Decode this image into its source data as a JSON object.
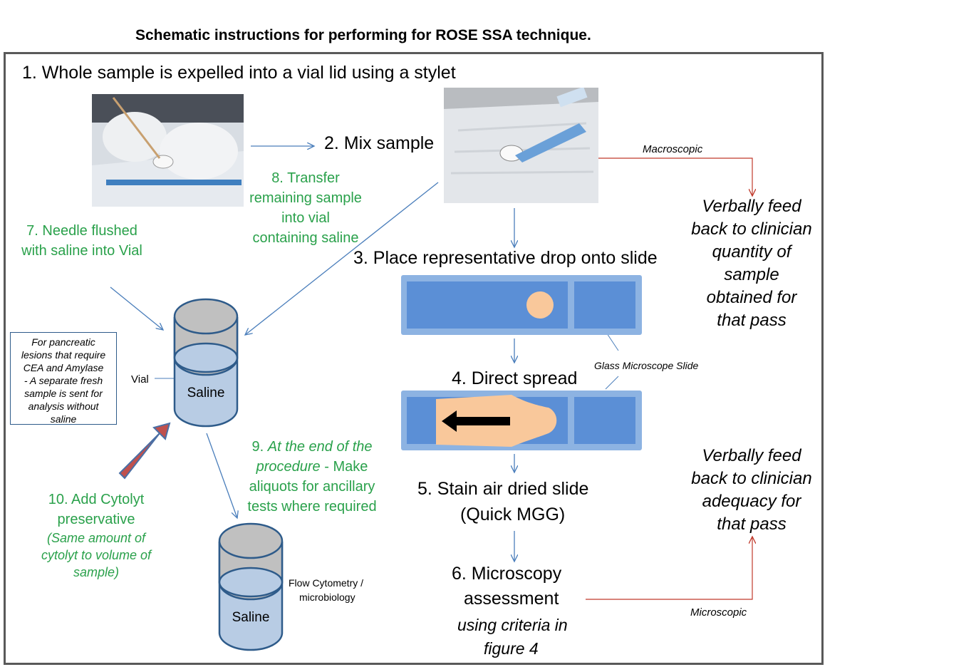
{
  "title": "Schematic instructions for performing for ROSE SSA technique.",
  "steps": {
    "s1": "1. Whole sample is expelled into a vial lid using a stylet",
    "s2": "2. Mix sample",
    "s3": "3. Place representative  drop onto slide",
    "s4": "4. Direct spread",
    "s5a": "5. Stain air dried  slide",
    "s5b": "(Quick MGG)",
    "s6a": "6. Microscopy",
    "s6b": "assessment",
    "s6c": "using criteria in",
    "s6d": "figure 4"
  },
  "green": {
    "s7a": "7. Needle  flushed",
    "s7b": "with saline  into Vial",
    "s8a": "8. Transfer",
    "s8b": "remaining sample",
    "s8c": "into vial",
    "s8d": "containing saline",
    "s9a_num": "9. ",
    "s9a_it": "At the end of the",
    "s9b_it": "procedure",
    "s9b_rest": " - Make",
    "s9c": "aliquots for ancillary",
    "s9d": "tests where required",
    "s10a": "10. Add Cytolyt",
    "s10b": "preservative",
    "s10c": "(Same amount of",
    "s10d": "cytolyt to volume of",
    "s10e": "sample)"
  },
  "feedback": {
    "top": [
      "Verbally feed",
      "back to clinician",
      "quantity of",
      "sample",
      "obtained for",
      "that pass"
    ],
    "bottom": [
      "Verbally feed",
      "back to clinician",
      "adequacy for",
      "that pass"
    ]
  },
  "labels": {
    "macroscopic": "Macroscopic",
    "microscopic": "Microscopic",
    "glass_slide": "Glass Microscope Slide",
    "vial": "Vial",
    "saline1": "Saline",
    "saline2": "Saline",
    "flow1": "Flow Cytometry /",
    "flow2": "microbiology"
  },
  "note": [
    "For pancreatic",
    "lesions that require",
    "CEA and Amylase",
    "- A separate fresh",
    "sample is sent for",
    "analysis without",
    "saline"
  ],
  "colors": {
    "arrow_blue": "#4a7ebb",
    "arrow_red": "#c0392b",
    "slide_outer": "#8db3e2",
    "slide_inner": "#5b8fd6",
    "drop": "#f9c89b",
    "vial_top": "#c0c0c0",
    "vial_bottom": "#b8cce4",
    "vial_stroke": "#2e5b8a",
    "green_text": "#2aa14b"
  }
}
